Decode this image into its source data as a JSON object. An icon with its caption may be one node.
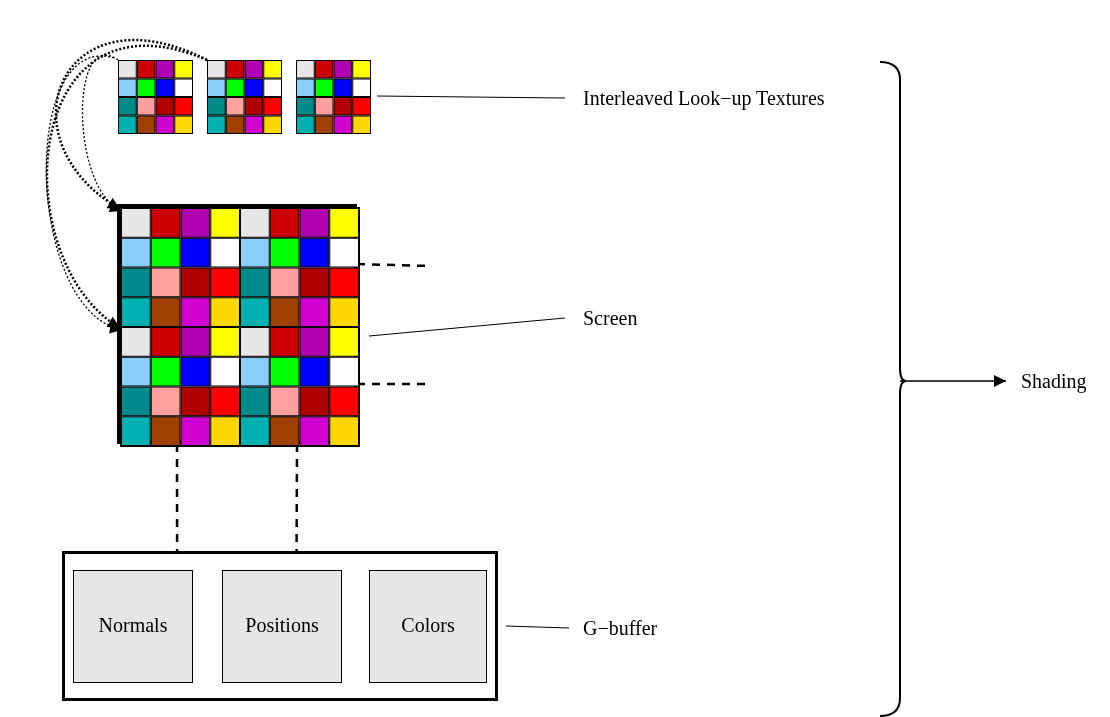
{
  "diagram": {
    "nodes": [
      {
        "text": [],
        "shape": "box"
      },
      {
        "text": [],
        "shape": "box"
      },
      {
        "text": [],
        "shape": "box"
      },
      {
        "text": [
          "Interleaved Look−up Textures"
        ]
      },
      {
        "text": [],
        "shape": "box"
      },
      {
        "text": [],
        "shape": "box",
        "in": 4
      },
      {
        "text": [],
        "shape": "box",
        "in": 4
      },
      {
        "text": [],
        "shape": "box",
        "in": 4
      },
      {
        "text": [],
        "shape": "box",
        "in": 4
      },
      {
        "text": [
          "Screen"
        ]
      },
      {
        "text": [
          "Shading"
        ]
      },
      {
        "text": [],
        "shape": "box"
      },
      {
        "text": [
          "Normals"
        ],
        "in": 11
      },
      {
        "text": [
          "Positions"
        ],
        "in": 11
      },
      {
        "text": [
          "Colors"
        ],
        "in": 11
      },
      {
        "text": [
          "G−buffer"
        ]
      }
    ],
    "edges": [
      {
        "from": 0,
        "to": 5,
        "arrow": "to",
        "style": "dashed"
      },
      {
        "from": 0,
        "to": 7,
        "arrow": "to",
        "style": "dashed"
      },
      {
        "from": 1,
        "to": 5,
        "arrow": "to",
        "style": "dashed"
      },
      {
        "from": 1,
        "to": 7,
        "arrow": "to",
        "style": "dashed"
      },
      {
        "from": 3,
        "to": 2,
        "arrow": "none"
      },
      {
        "from": 9,
        "to": 4,
        "arrow": "none"
      },
      {
        "from": 4,
        "to": null,
        "arrow": "none",
        "style": "dashed"
      },
      {
        "from": 4,
        "to": null,
        "arrow": "none",
        "style": "dashed"
      },
      {
        "from": 4,
        "to": 11,
        "arrow": "none",
        "style": "dashed"
      },
      {
        "from": 4,
        "to": 11,
        "arrow": "none",
        "style": "dashed"
      },
      {
        "from": null,
        "to": 10,
        "arrow": "to"
      },
      {
        "from": 15,
        "to": 11,
        "arrow": "none"
      }
    ]
  }
}
